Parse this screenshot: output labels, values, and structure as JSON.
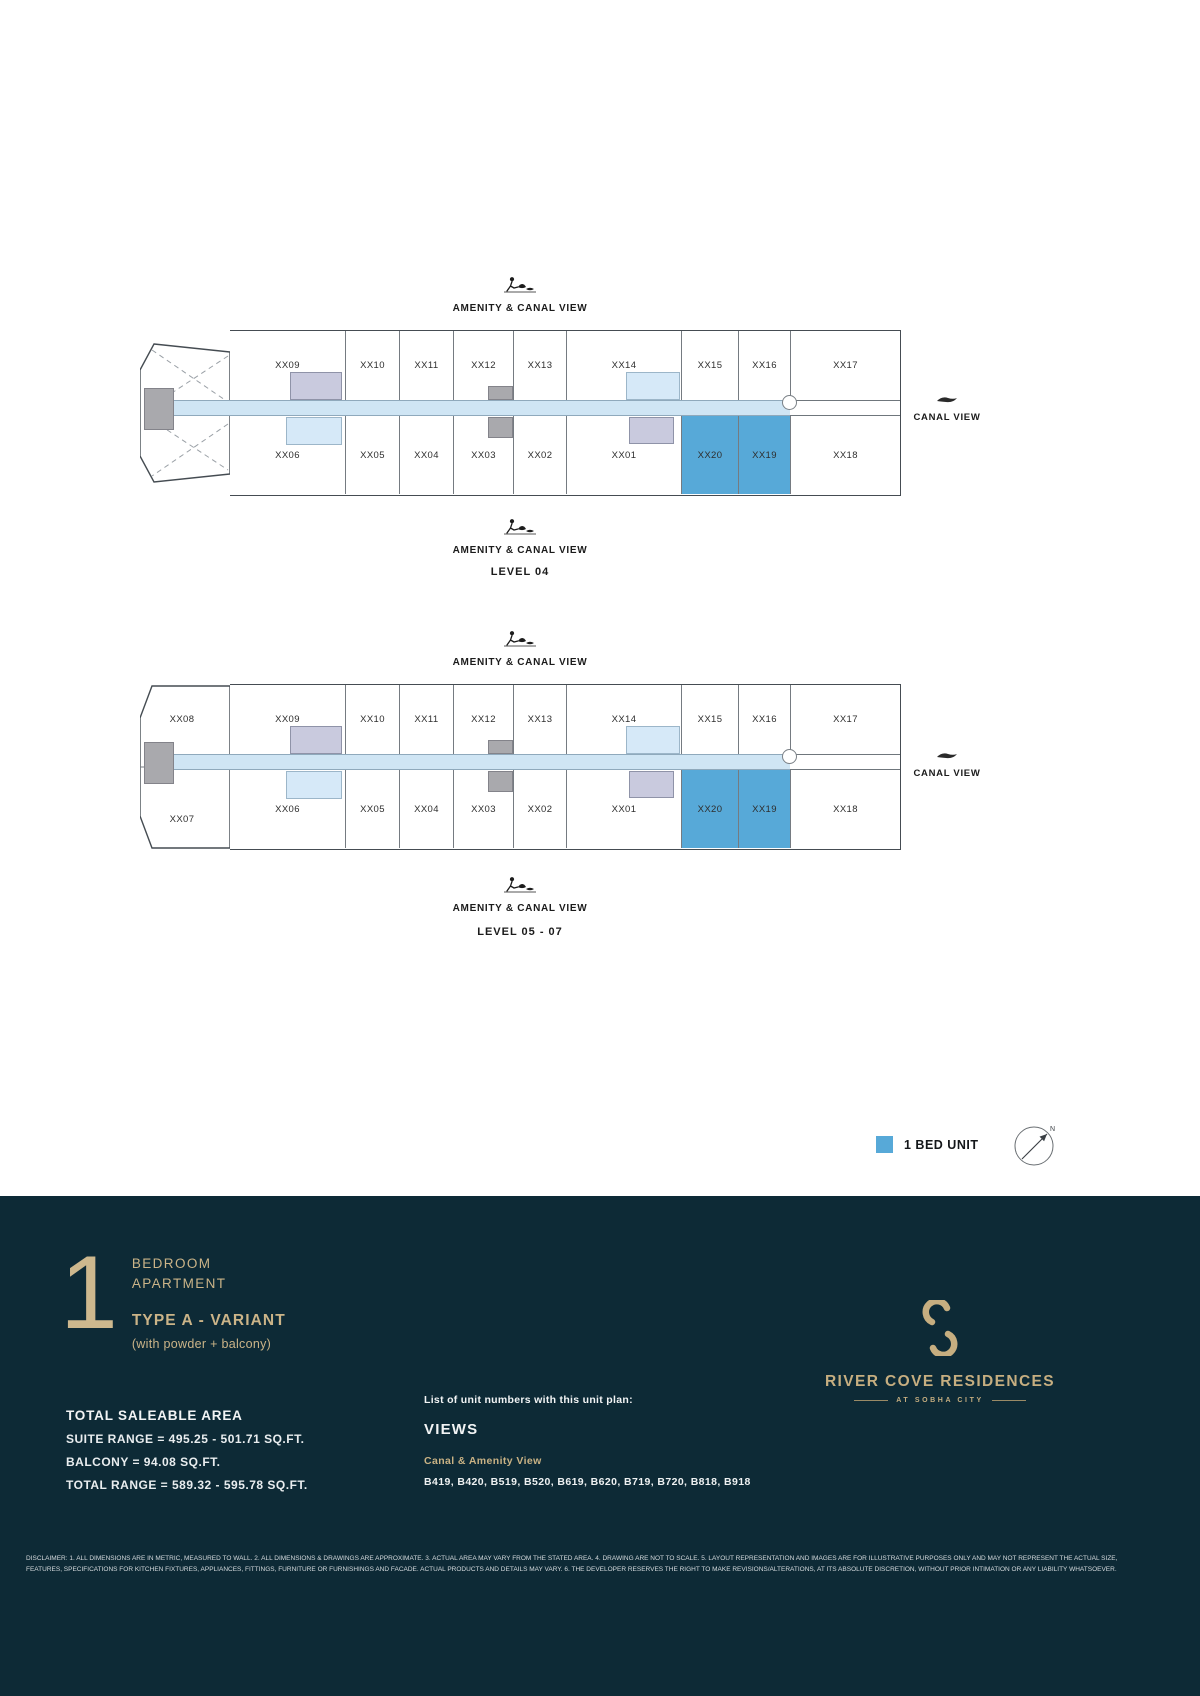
{
  "colors": {
    "highlight_unit_blue": "#57a9d8",
    "corridor_blue": "#cfe5f4",
    "footer_background": "#0d2a36",
    "brand_gold": "#c6ae80"
  },
  "plans": [
    {
      "amenity_label": "AMENITY & CANAL VIEW",
      "canal_label": "CANAL VIEW",
      "level_label": "LEVEL 04",
      "top_units": [
        "XX09",
        "XX10",
        "XX11",
        "XX12",
        "XX13",
        "XX14",
        "XX15",
        "XX16",
        "XX17"
      ],
      "bottom_units": [
        "XX06",
        "XX05",
        "XX04",
        "XX03",
        "XX02",
        "XX01",
        "XX20",
        "XX19",
        "XX18"
      ],
      "highlighted_units": [
        "XX20",
        "XX19"
      ]
    },
    {
      "amenity_label": "AMENITY & CANAL VIEW",
      "canal_label": "CANAL VIEW",
      "level_label": "LEVEL 05 - 07",
      "left_top_unit": "XX08",
      "left_bottom_unit": "XX07",
      "top_units": [
        "XX09",
        "XX10",
        "XX11",
        "XX12",
        "XX13",
        "XX14",
        "XX15",
        "XX16",
        "XX17"
      ],
      "bottom_units": [
        "XX06",
        "XX05",
        "XX04",
        "XX03",
        "XX02",
        "XX01",
        "XX20",
        "XX19",
        "XX18"
      ],
      "highlighted_units": [
        "XX20",
        "XX19"
      ]
    }
  ],
  "legend": {
    "label": "1 BED UNIT",
    "swatch_color": "#57a9d8",
    "compass_label": "N"
  },
  "footer": {
    "bedroom_number": "1",
    "bedroom_line1": "BEDROOM",
    "bedroom_line2": "APARTMENT",
    "type_title": "TYPE A - VARIANT",
    "type_subtitle": "(with powder + balcony)",
    "area_title": "TOTAL SALEABLE AREA",
    "area_lines": [
      "SUITE RANGE = 495.25 - 501.71 SQ.FT.",
      "BALCONY = 94.08 SQ.FT.",
      "TOTAL RANGE = 589.32 - 595.78 SQ.FT."
    ],
    "units_list_title": "List of unit numbers with this unit plan:",
    "views_title": "VIEWS",
    "views_subtitle": "Canal & Amenity View",
    "units_list": "B419, B420, B519, B520, B619, B620, B719, B720, B818, B918",
    "brand_name": "RIVER COVE RESIDENCES",
    "brand_subtitle": "AT SOBHA CITY",
    "disclaimer": "DISCLAIMER: 1. ALL DIMENSIONS ARE IN METRIC, MEASURED TO WALL. 2. ALL DIMENSIONS & DRAWINGS ARE APPROXIMATE. 3. ACTUAL AREA MAY VARY FROM THE STATED AREA. 4. DRAWING ARE NOT TO SCALE. 5. LAYOUT REPRESENTATION AND IMAGES ARE FOR ILLUSTRATIVE PURPOSES ONLY AND MAY NOT REPRESENT THE ACTUAL SIZE, FEATURES, SPECIFICATIONS FOR KITCHEN FIXTURES, APPLIANCES, FITTINGS, FURNITURE OR FURNISHINGS AND FACADE. ACTUAL PRODUCTS AND DETAILS MAY VARY. 6. THE DEVELOPER RESERVES THE RIGHT TO MAKE REVISIONS/ALTERATIONS, AT ITS ABSOLUTE DISCRETION, WITHOUT PRIOR INTIMATION OR ANY LIABILITY WHATSOEVER."
  }
}
